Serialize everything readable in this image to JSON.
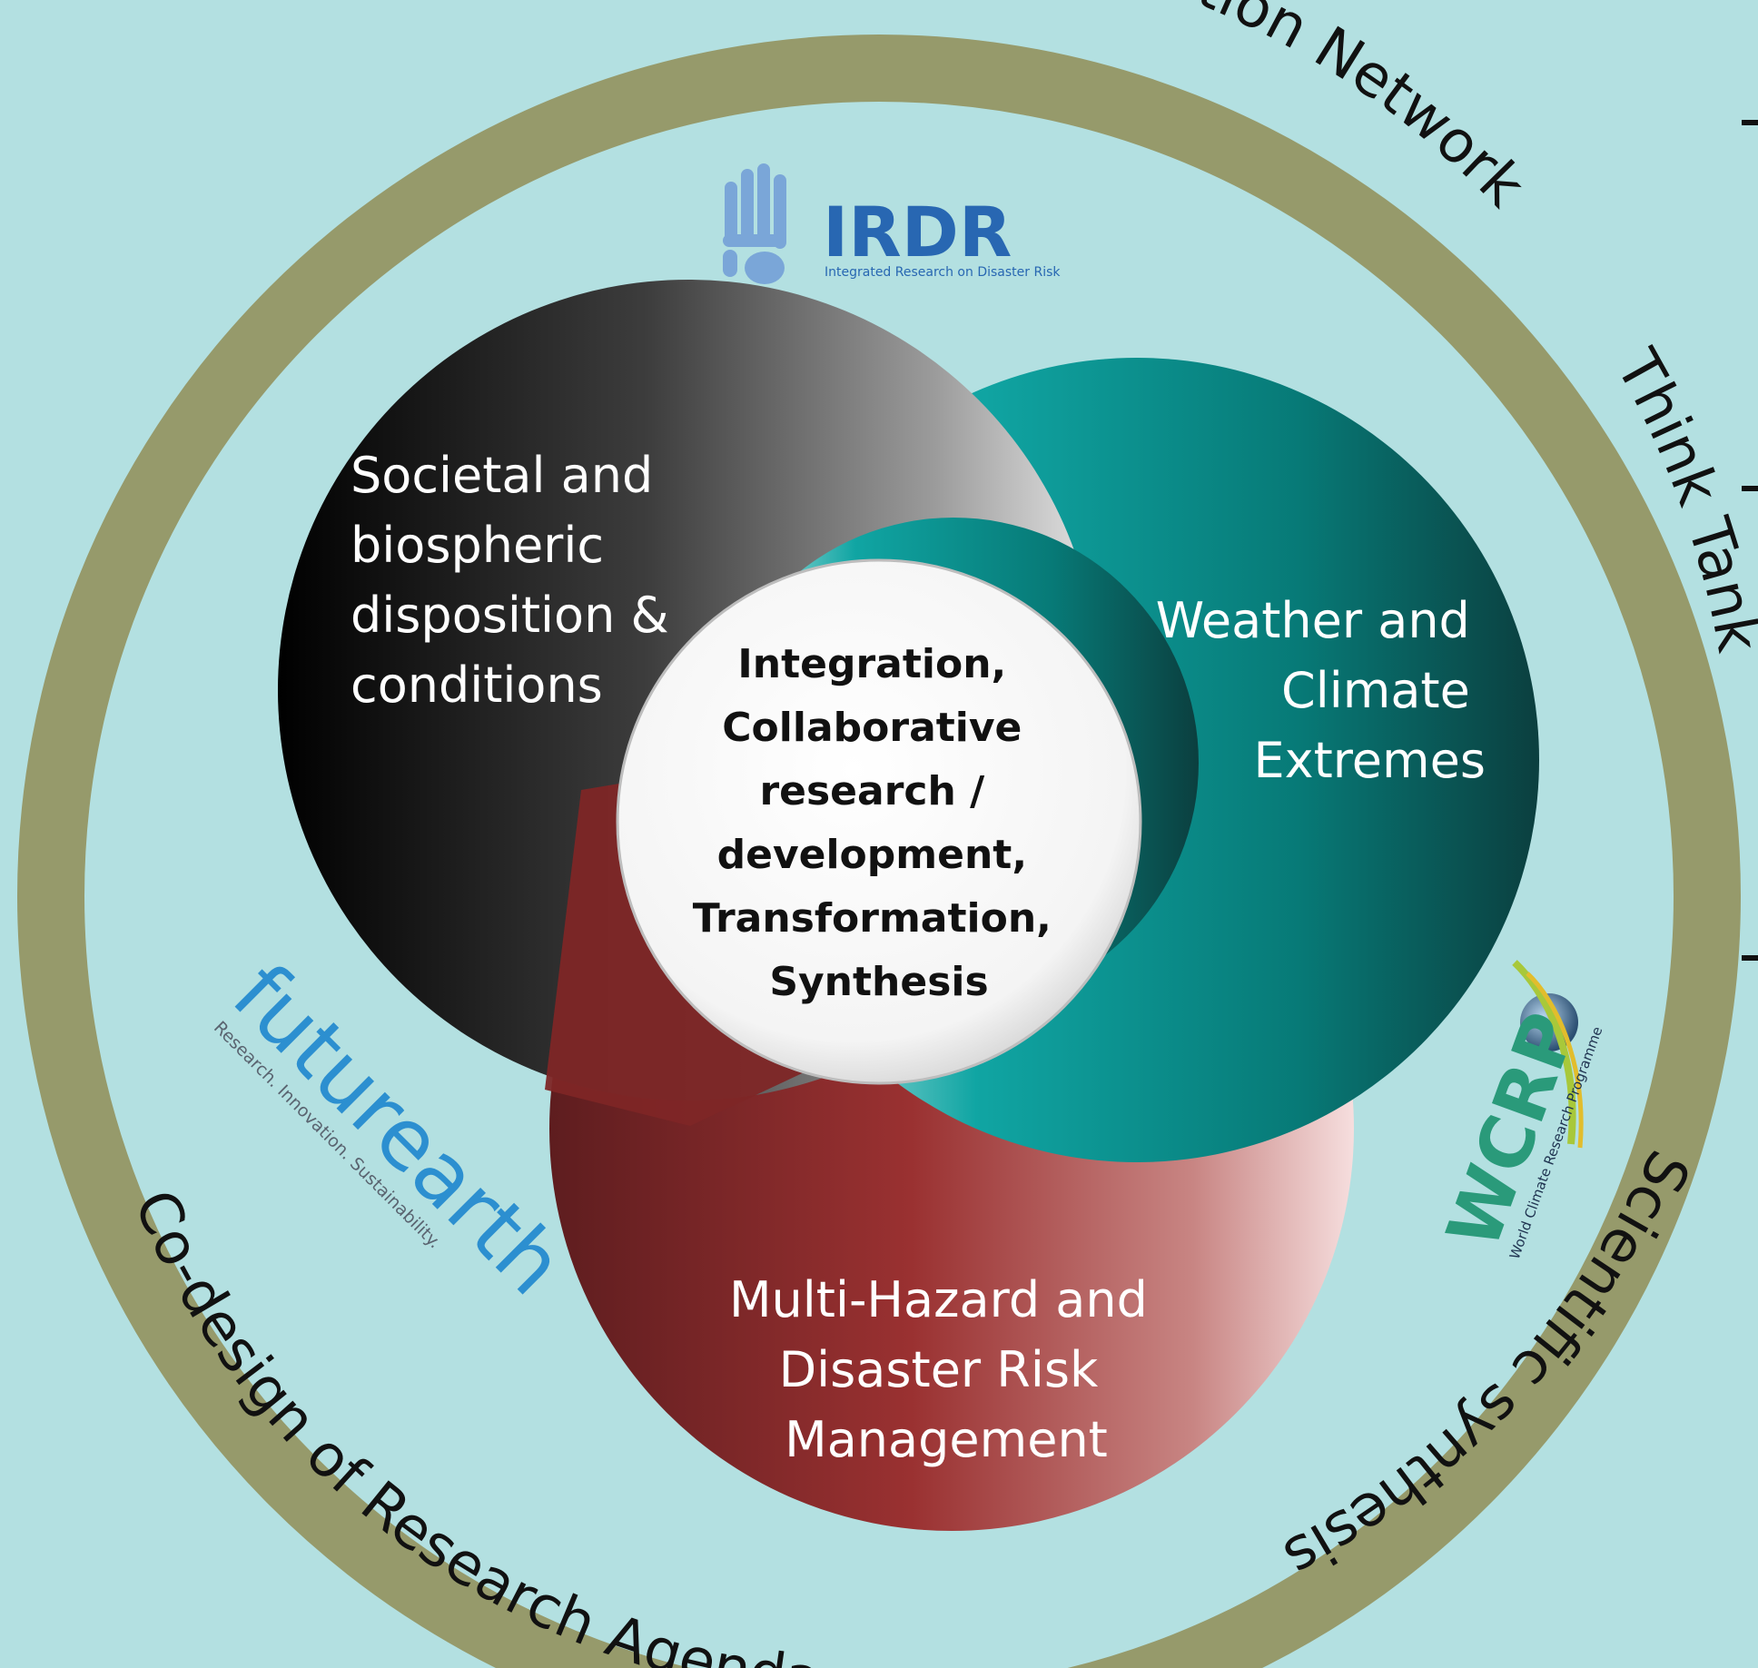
{
  "ring": {
    "top_left": "Interaction Network",
    "top_right": "Think Tank",
    "bottom_right": "Scientific synthesis",
    "bottom_left": "Co-design of Research Agenda"
  },
  "circles": {
    "societal": [
      "Societal and",
      "biospheric",
      "disposition &",
      "conditions"
    ],
    "weather": [
      "Weather and",
      "Climate",
      "Extremes"
    ],
    "hazard": [
      "Multi-Hazard and",
      "Disaster Risk",
      "Management"
    ]
  },
  "center": [
    "Integration,",
    "Collaborative",
    "research /",
    "development,",
    "Transformation,",
    "Synthesis"
  ],
  "logos": {
    "irdr_name": "IRDR",
    "irdr_sub": "Integrated Research on Disaster Risk",
    "futurearth_name": "futurearth",
    "futurearth_sub": "Research. Innovation. Sustainability.",
    "wcrp_name": "WCRP",
    "wcrp_sub": "World Climate Research Programme"
  },
  "colors": {
    "background": "#b3e0e1",
    "ring": "#969a6b",
    "teal": "#0a8f8c",
    "maroon": "#8b2a2a",
    "logo_blue": "#2c8fd0"
  }
}
